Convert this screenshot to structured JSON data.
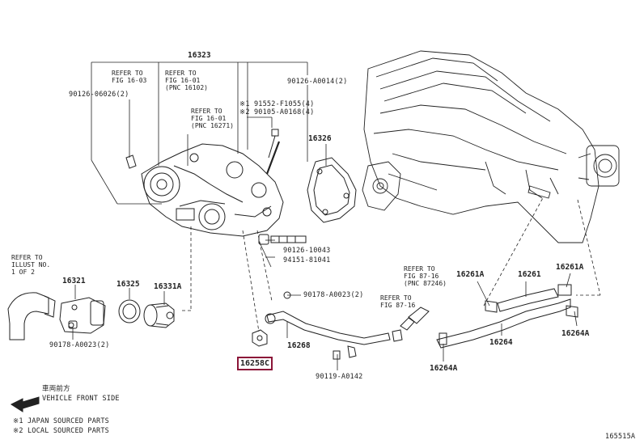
{
  "labels": {
    "p16323": "16323",
    "ref_fig_16_03": "REFER TO\nFIG 16-03",
    "ref_fig_16_01_a": "REFER TO\nFIG 16-01\n(PNC 16102)",
    "ref_fig_16_01_b": "REFER TO\nFIG 16-01\n(PNC 16271)",
    "p90126_06026": "90126-06026(2)",
    "p90126_a0014": "90126-A0014(2)",
    "p91552": "※1 91552-F1055(4)",
    "p290105": "※2 90105-A0168(4)",
    "p16326": "16326",
    "p90126_10043": "90126-10043",
    "p94151": "94151-81041",
    "ref_illust": "REFER TO\nILLUST NO.\n1 OF 2",
    "p16321": "16321",
    "p16325": "16325",
    "p16331a": "16331A",
    "p90178_a0023_a": "90178-A0023(2)",
    "p90178_a0023_b": "90178-A0023(2)",
    "p16268": "16268",
    "p16258c": "16258C",
    "p90119": "90119-A0142",
    "ref_fig_87_16_a": "REFER TO\nFIG 87-16\n(PNC 87246)",
    "ref_fig_87_16_b": "REFER TO\nFIG 87-16",
    "p16261a_left": "16261A",
    "p16261": "16261",
    "p16261a_right": "16261A",
    "p16264a_left": "16264A",
    "p16264": "16264",
    "p16264a_right": "16264A",
    "vehicle_front_jp": "車両前方",
    "vehicle_front": "VEHICLE FRONT SIDE",
    "note1": "※1 JAPAN SOURCED PARTS",
    "note2": "※2 LOCAL SOURCED PARTS",
    "diagram_id": "165515A"
  }
}
